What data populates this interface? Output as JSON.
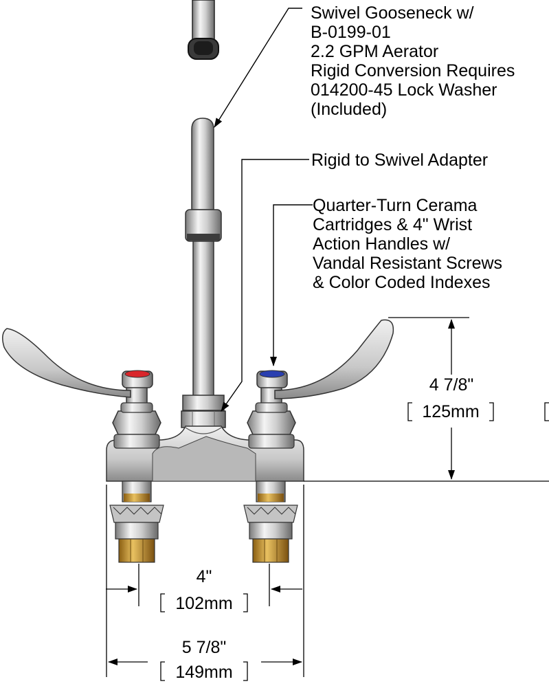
{
  "callouts": {
    "gooseneck": [
      "Swivel Gooseneck w/",
      "B-0199-01",
      "2.2 GPM Aerator",
      "Rigid Conversion Requires",
      "014200-45 Lock Washer",
      "(Included)"
    ],
    "adapter": [
      "Rigid to Swivel Adapter"
    ],
    "cartridges": [
      "Quarter-Turn Cerama",
      "Cartridges & 4\" Wrist",
      "Action Handles w/",
      "Vandal Resistant Screws",
      "& Color Coded Indexes"
    ]
  },
  "dimensions": {
    "height": {
      "imperial": "4 7/8\"",
      "metric": "125mm"
    },
    "center_spacing": {
      "imperial": "4\"",
      "metric": "102mm"
    },
    "overall_width": {
      "imperial": "5 7/8\"",
      "metric": "149mm"
    }
  },
  "colors": {
    "hot_index": "#d9262b",
    "cold_index": "#2a3fb0",
    "chrome_light": "#f2f2f2",
    "chrome_mid": "#bdbdbd",
    "chrome_dark": "#6e6e6e",
    "brass": "#c99a2e"
  }
}
